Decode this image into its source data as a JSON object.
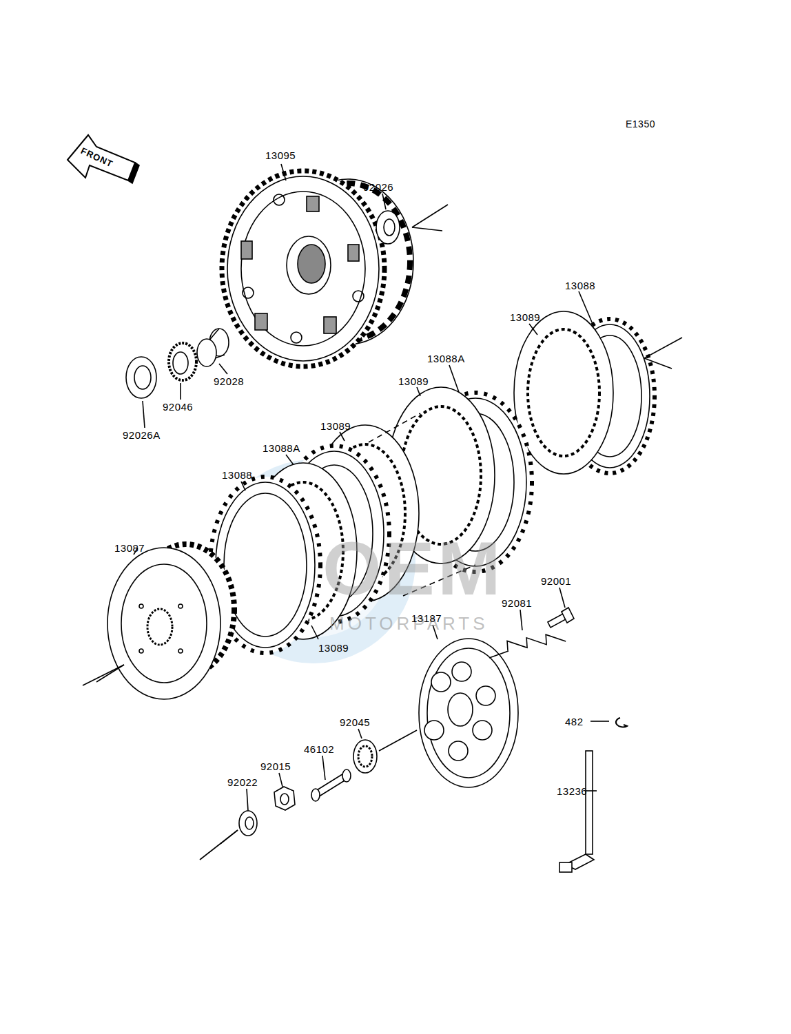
{
  "diagram": {
    "labels": [
      "E1350",
      "FRONT",
      "13095",
      "92026",
      "13088",
      "13089",
      "13088A",
      "13089",
      "92028",
      "92046",
      "92026A",
      "13089",
      "13088A",
      "13088",
      "13087",
      "OEM",
      "MOTORPARTS",
      "92001",
      "92081",
      "13187",
      "13089",
      "92045",
      "46102",
      "92015",
      "92022",
      "482",
      "13236"
    ]
  }
}
